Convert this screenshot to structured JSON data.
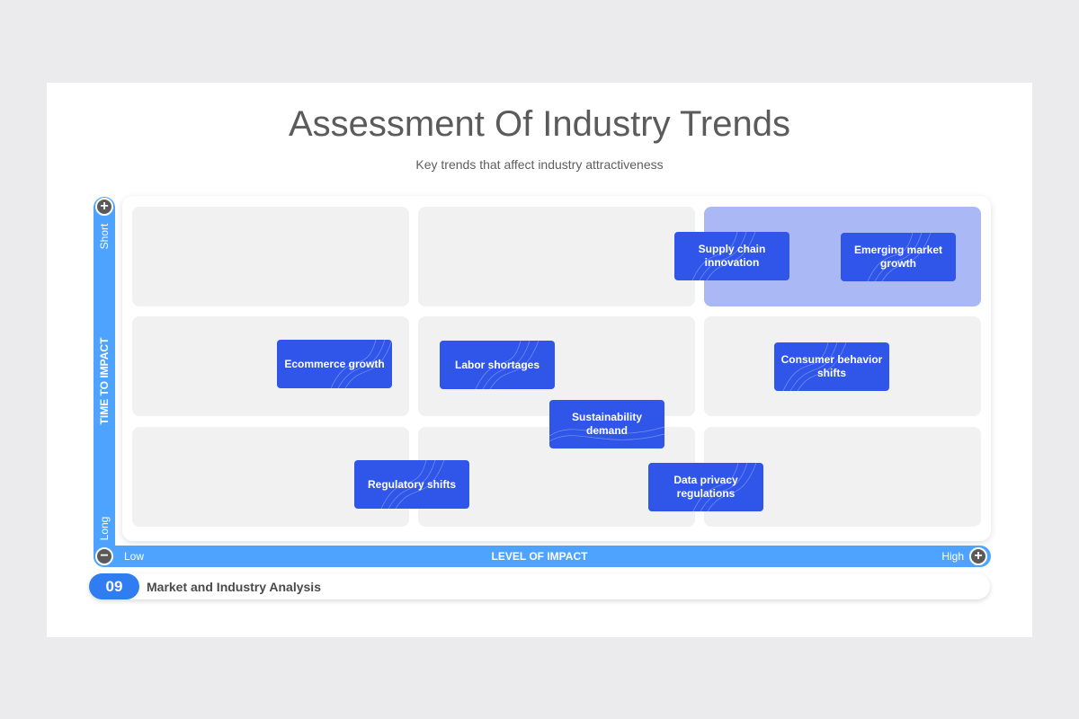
{
  "title": "Assessment Of Industry Trends",
  "subtitle": "Key trends that affect industry attractiveness",
  "y_axis": {
    "label": "TIME TO IMPACT",
    "top": "Short",
    "bottom": "Long"
  },
  "x_axis": {
    "label": "LEVEL OF IMPACT",
    "left": "Low",
    "right": "High"
  },
  "trends": [
    {
      "label": "Supply chain innovation"
    },
    {
      "label": "Emerging market growth"
    },
    {
      "label": "Ecommerce growth"
    },
    {
      "label": "Labor shortages"
    },
    {
      "label": "Consumer behavior shifts"
    },
    {
      "label": "Sustainability demand"
    },
    {
      "label": "Regulatory shifts"
    },
    {
      "label": "Data privacy regulations"
    }
  ],
  "footer": {
    "page_number": "09",
    "section": "Market and Industry Analysis"
  },
  "colors": {
    "accent": "#2f56e8",
    "axis": "#4da3ff",
    "highlight_cell": "#aab9f5",
    "cell": "#f1f1f2"
  }
}
